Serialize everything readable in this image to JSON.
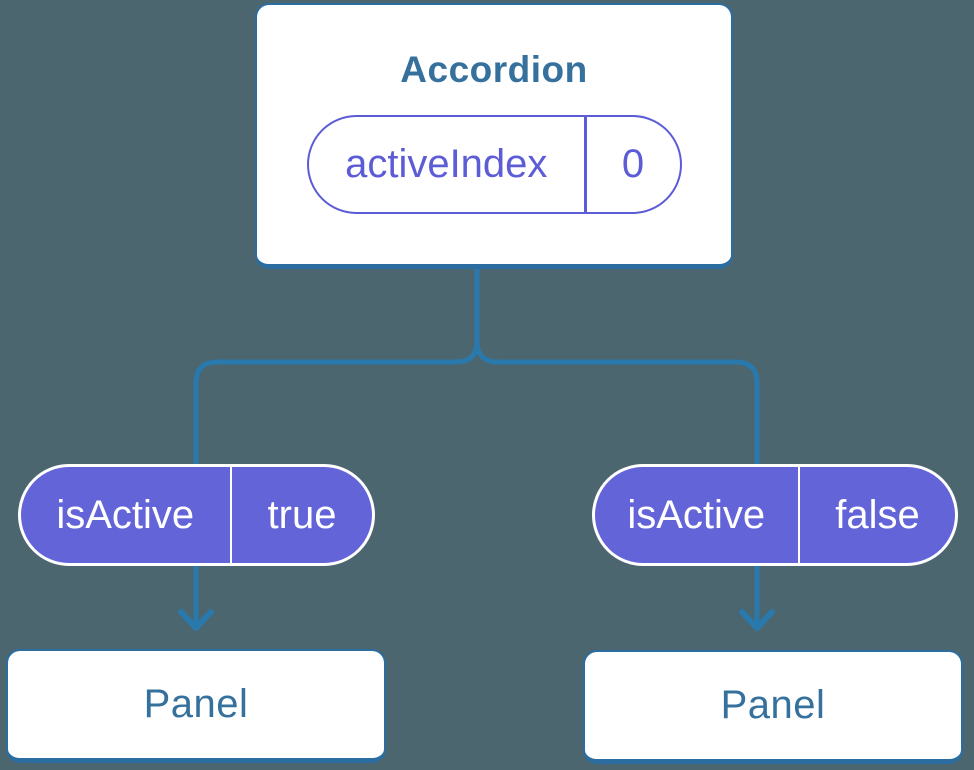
{
  "diagram": {
    "root": {
      "title": "Accordion",
      "state": {
        "name": "activeIndex",
        "value": "0"
      }
    },
    "props": [
      {
        "name": "isActive",
        "value": "true"
      },
      {
        "name": "isActive",
        "value": "false"
      }
    ],
    "children": [
      {
        "title": "Panel"
      },
      {
        "title": "Panel"
      }
    ]
  },
  "colors": {
    "background": "#4c6670",
    "line": "#2979ad",
    "card-border": "#2b6da0",
    "card-text": "#35719c",
    "purple": "#5c5cd6",
    "purple-fill": "#6464d9",
    "white": "#ffffff"
  }
}
